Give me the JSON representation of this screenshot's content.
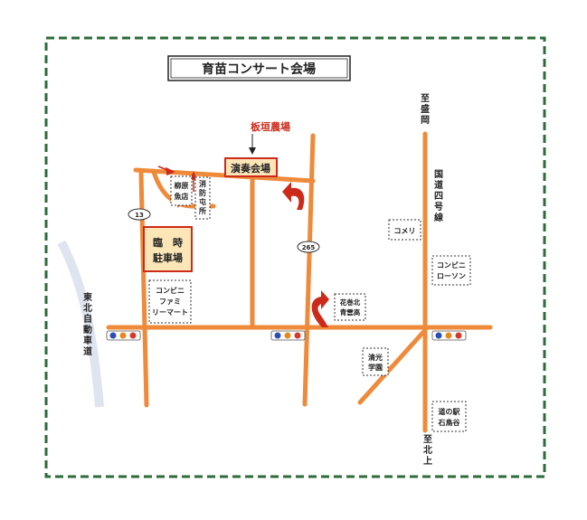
{
  "title": "育苗コンサート会場",
  "venue": "演奏会場",
  "farm_label": "板垣農場",
  "parking": [
    "臨　時",
    "駐車場"
  ],
  "shops": {
    "yanagihara": [
      "柳原",
      "魚店"
    ],
    "fire": [
      "消",
      "防",
      "屯",
      "所"
    ],
    "famima": [
      "コンビニ",
      "ファミ",
      "リーマート"
    ],
    "komeri": "コメリ",
    "lawson": [
      "コンビニ",
      "ローソン"
    ],
    "hanamaki": [
      "花巻北",
      "青雲高"
    ],
    "kiyomitsu": [
      "清光",
      "学園"
    ],
    "michinoeki": [
      "道の駅",
      "石鳥谷"
    ]
  },
  "road_labels": {
    "north": [
      "至",
      "盛",
      "岡"
    ],
    "south": [
      "至",
      "北",
      "上"
    ],
    "route4": [
      "国",
      "道",
      "四",
      "号",
      "線"
    ],
    "expressway": [
      "東",
      "北",
      "自",
      "動",
      "車",
      "道"
    ],
    "r13": "13",
    "r265": "265"
  },
  "colors": {
    "road": "#ef8a3a",
    "border": "#2d6b3a",
    "red": "#cc2a1a",
    "venue_fill": "#fce6b8",
    "expressway": "#c9d4e6"
  }
}
